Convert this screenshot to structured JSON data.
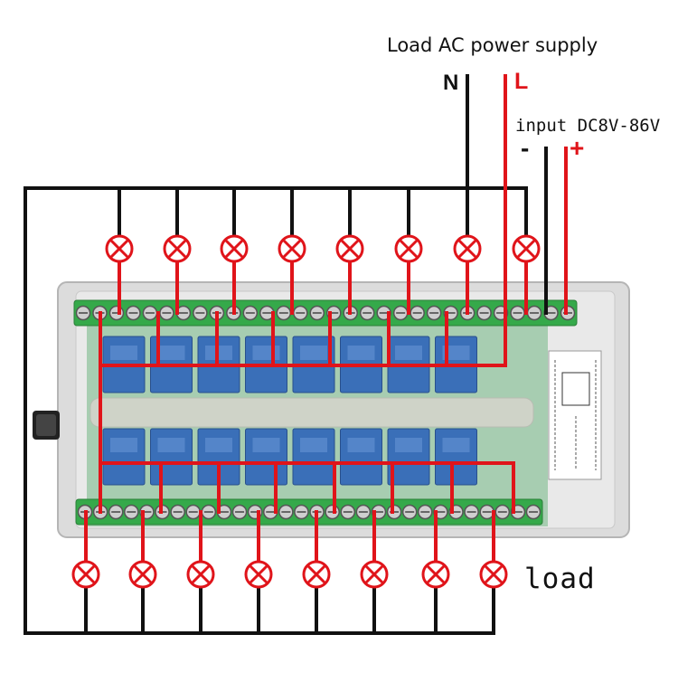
{
  "labels": {
    "load_supply": "Load AC power supply",
    "neutral": "N",
    "live": "L",
    "input": "input DC8V-86V",
    "minus": "-",
    "plus": "+",
    "load": "load"
  },
  "counts": {
    "top_lamps": 8,
    "bottom_lamps": 8,
    "relays_per_row": 8,
    "terminals_top": 30,
    "terminals_bottom": 30
  },
  "colors": {
    "wire_live": "#e0141a",
    "wire_neutral": "#111111",
    "board": "#d8d8d8",
    "pcb": "#1e8a3c",
    "terminal": "#35a94a",
    "relay": "#3a6fb8",
    "lamp_stroke": "#e0141a",
    "lamp_fill": "#ffffff"
  },
  "icons": {
    "lamp": "lamp-icon",
    "relay": "relay-icon",
    "terminal": "screw-terminal-icon",
    "knob": "antenna-knob-icon"
  }
}
